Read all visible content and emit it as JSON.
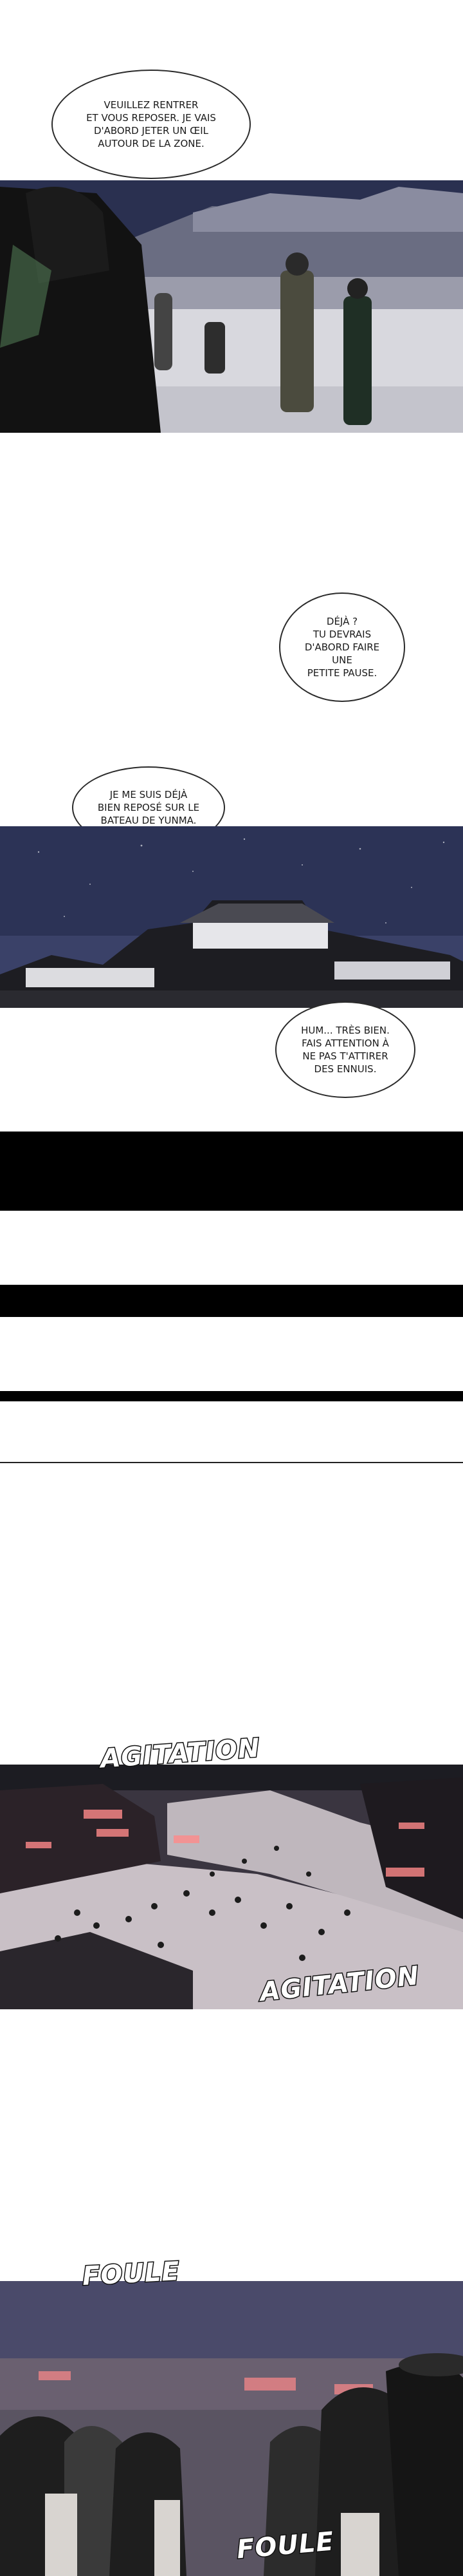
{
  "bubbles": {
    "b1": "VEUILLEZ RENTRER\nET VOUS REPOSER. JE VAIS\nD'ABORD JETER UN ŒIL\nAUTOUR DE LA ZONE.",
    "b2": "DÉJÀ ?\nTU DEVRAIS\nD'ABORD FAIRE UNE\nPETITE PAUSE.",
    "b3": "JE ME SUIS DÉJÀ\nBIEN REPOSÉ SUR LE\nBATEAU DE YUNMA.",
    "b4": "HUM... TRÈS BIEN.\nFAIS ATTENTION À\nNE PAS T'ATTIRER\nDES ENNUIS."
  },
  "sfx": {
    "agitation_1": "AGITATION",
    "agitation_2": "AGITATION",
    "foule_1": "FOULE",
    "foule_2": "FOULE"
  },
  "colors": {
    "night_sky": "#2c3356",
    "roof_dark": "#1d1d22",
    "lantern_red": "#ff8a8a"
  }
}
